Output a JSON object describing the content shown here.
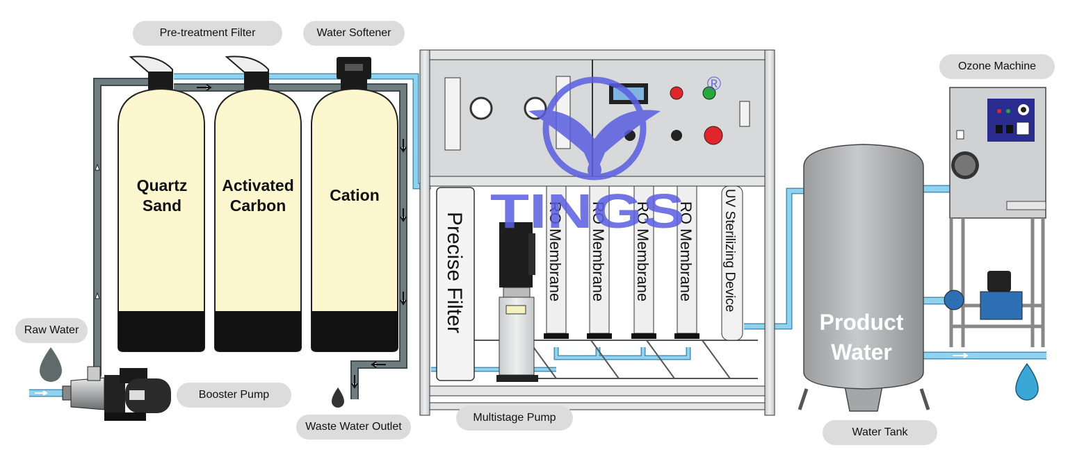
{
  "labels": {
    "pretreatment": "Pre-treatment Filter",
    "softener": "Water Softener",
    "raw_water": "Raw Water",
    "booster_pump": "Booster Pump",
    "waste_outlet": "Waste Water Outlet",
    "multistage_pump": "Multistage Pump",
    "water_tank": "Water Tank",
    "ozone_machine": "Ozone Machine"
  },
  "tanks": {
    "quartz_line1": "Quartz",
    "quartz_line2": "Sand",
    "carbon_line1": "Activated",
    "carbon_line2": "Carbon",
    "cation": "Cation"
  },
  "vessels": {
    "precise_filter": "Precise Filter",
    "ro1": "RO Membrane",
    "ro2": "RO Membrane",
    "ro3": "RO Membrane",
    "ro4": "RO Membrane",
    "uv": "UV Sterilizing Device"
  },
  "product": {
    "line1": "Product",
    "line2": "Water"
  },
  "watermark": {
    "brand": "TINGS",
    "registered": "®"
  },
  "colors": {
    "pipe_blue": "#7ec8e3",
    "pipe_grey": "#5e6a6e",
    "tank_fill": "#fdf7d0",
    "frame_grey": "#d9dbdc",
    "watermark": "#5a5ee0",
    "drop_blue": "#3aa7d6",
    "drop_grey": "#5f6b6b"
  }
}
